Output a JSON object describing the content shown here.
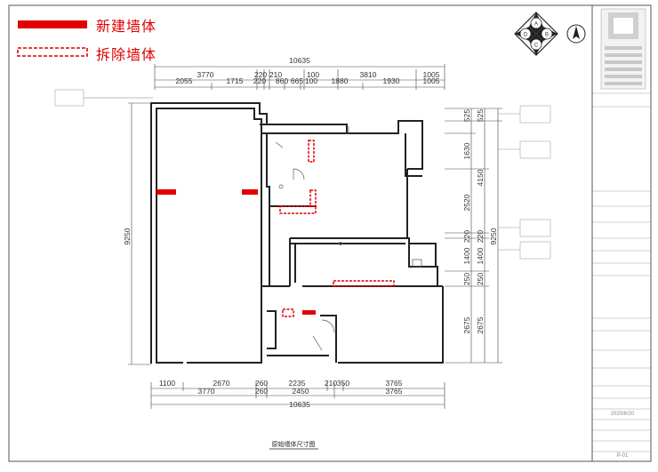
{
  "legend": {
    "new_wall": "新建墙体",
    "demolished_wall": "拆除墙体",
    "new_wall_color": "#e10000",
    "demolished_wall_color": "#e10000"
  },
  "compass": {
    "letters": [
      "A",
      "B",
      "C",
      "D"
    ]
  },
  "dimensions": {
    "top_total": "10635",
    "top_row1": [
      "3770",
      "220",
      "210",
      "100",
      "3810",
      "1005"
    ],
    "top_row2": [
      "2055",
      "1715",
      "220",
      "860",
      "665",
      "100",
      "1880",
      "1930",
      "1005"
    ],
    "bottom_row1": [
      "1100",
      "2670",
      "260",
      "2235",
      "210",
      "350",
      "3765"
    ],
    "bottom_row2": [
      "3770",
      "260",
      "2450",
      "3765"
    ],
    "bottom_total": "10635",
    "left_total": "9250",
    "right_col1": [
      "525",
      "1630",
      "2520",
      "220",
      "1400",
      "250",
      "2675"
    ],
    "right_col2": [
      "525",
      "4150",
      "220",
      "1400",
      "250",
      "2675"
    ],
    "right_total": "9250"
  },
  "drawing": {
    "title": "原始墙体尺寸图"
  },
  "title_block": {
    "date": "2020/6/20",
    "sheet_number": "P-01"
  }
}
